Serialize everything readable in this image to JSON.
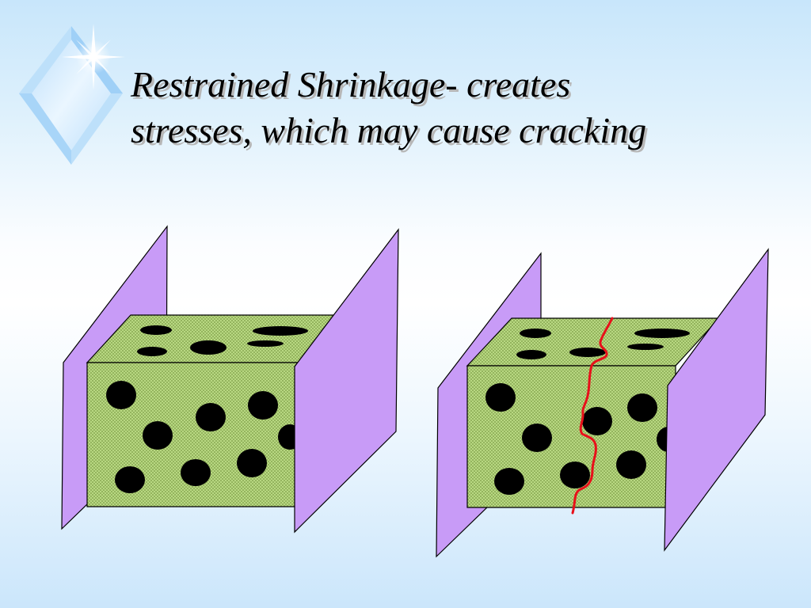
{
  "title": {
    "line1": "Restrained Shrinkage- creates",
    "line2": "stresses, which may cause cracking"
  },
  "colors": {
    "background_top": "#c8e6fb",
    "background_middle": "#ffffff",
    "plate": "#c89bf7",
    "block_fill": "#a8c870",
    "void": "#000000",
    "crack": "#e8101a",
    "title_shadow": "#b7b7b7"
  },
  "decoration": {
    "icon": "diamond-sparkle-icon"
  },
  "diagram": {
    "left": "restrained block without crack",
    "right": "restrained block with crack"
  }
}
